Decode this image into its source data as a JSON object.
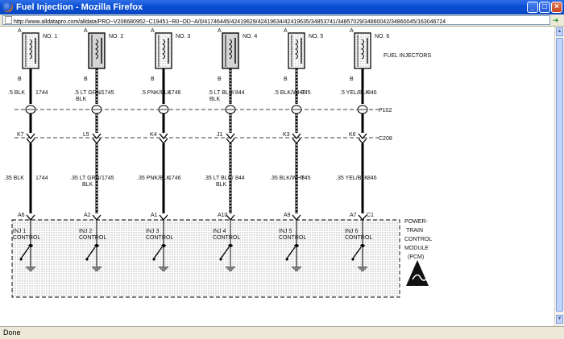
{
  "window": {
    "title": "Fuel Injection - Mozilla Firefox",
    "url": "http://www.alldatapro.com/alldata/PRO~V206680952~C19451~R0~OD~A/0/41746445/42419629/42419634/42419635/34853741/34857029/34860042/34860045/163046724"
  },
  "status": {
    "text": "Done"
  },
  "diagram": {
    "injectors_label": "FUEL INJECTORS",
    "connectors": {
      "p102": "P102",
      "c208": "C208"
    },
    "pcm_label": [
      "POWER-",
      "TRAIN",
      "CONTROL",
      "MODULE",
      "(PCM)"
    ],
    "channels": [
      {
        "no": "NO. 1",
        "pin_a": "A",
        "pin_b": "B",
        "wire_top": ".5 BLK",
        "wire_top2": "",
        "circuit_top": "1744",
        "pin_mid": "K7",
        "wire_bot": ".35 BLK",
        "wire_bot2": "",
        "circuit_bot": "1744",
        "pin_pcm": "A6",
        "ctrl1": "INJ 1",
        "ctrl2": "CONTROL"
      },
      {
        "no": "NO. 2",
        "pin_a": "A",
        "pin_b": "B",
        "wire_top": ".5 LT GRN/",
        "wire_top2": "BLK",
        "circuit_top": "1745",
        "pin_mid": "L5",
        "wire_bot": ".35 LT GRN/",
        "wire_bot2": "BLK",
        "circuit_bot": "1745",
        "pin_pcm": "A2",
        "ctrl1": "INJ 2",
        "ctrl2": "CONTROL"
      },
      {
        "no": "NO. 3",
        "pin_a": "A",
        "pin_b": "B",
        "wire_top": ".5 PNK/BLK",
        "wire_top2": "",
        "circuit_top": "1746",
        "pin_mid": "K4",
        "wire_bot": ".35 PNK/BLK",
        "wire_bot2": "",
        "circuit_bot": "1746",
        "pin_pcm": "A1",
        "ctrl1": "INJ 3",
        "ctrl2": "CONTROL"
      },
      {
        "no": "NO. 4",
        "pin_a": "A",
        "pin_b": "B",
        "wire_top": ".5 LT BLU/",
        "wire_top2": "BLK",
        "circuit_top": "844",
        "pin_mid": "J1",
        "wire_bot": ".35 LT BLU/",
        "wire_bot2": "BLK",
        "circuit_bot": "844",
        "pin_pcm": "A10",
        "ctrl1": "INJ 4",
        "ctrl2": "CONTROL"
      },
      {
        "no": "NO. 5",
        "pin_a": "A",
        "pin_b": "B",
        "wire_top": ".5 BLK/WHT",
        "wire_top2": "",
        "circuit_top": "845",
        "pin_mid": "K3",
        "wire_bot": ".35 BLK/WHT",
        "wire_bot2": "",
        "circuit_bot": "845",
        "pin_pcm": "A9",
        "ctrl1": "INJ 5",
        "ctrl2": "CONTROL"
      },
      {
        "no": "NO. 6",
        "pin_a": "A",
        "pin_b": "B",
        "wire_top": ".5 YEL/BLK",
        "wire_top2": "",
        "circuit_top": "846",
        "pin_mid": "K6",
        "wire_bot": ".35 YEL/BLK",
        "wire_bot2": "",
        "circuit_bot": "846",
        "pin_pcm": "A7",
        "ctrl1": "INJ 6",
        "ctrl2": "CONTROL"
      }
    ],
    "pcm_pin_extra": "C1"
  }
}
